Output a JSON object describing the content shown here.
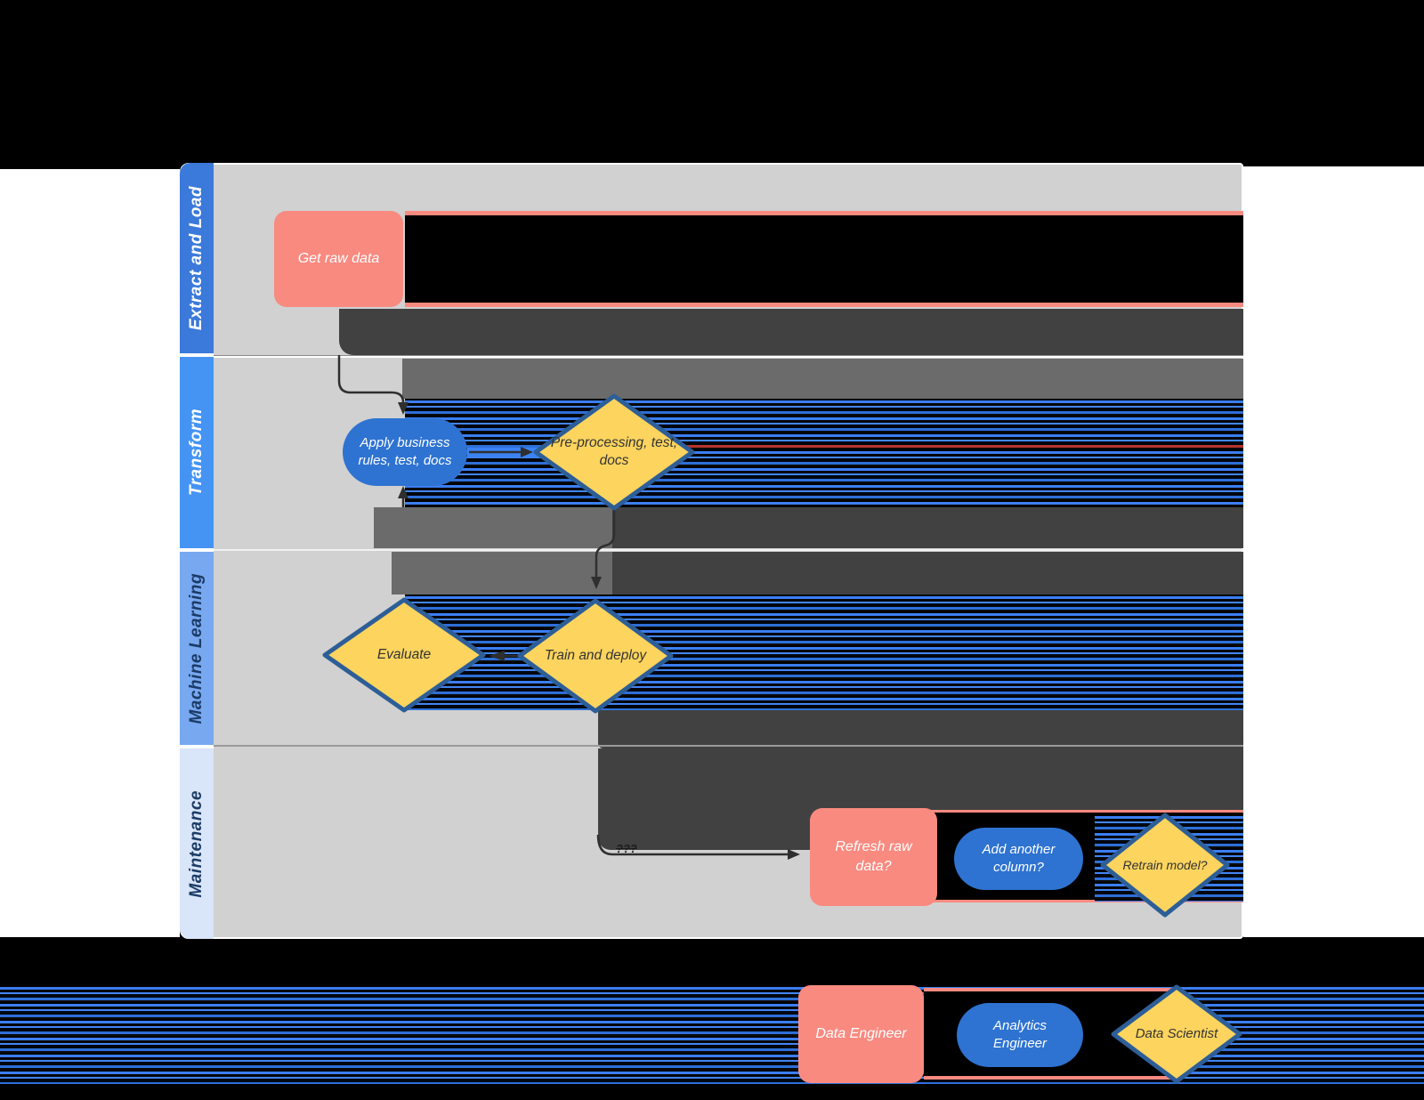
{
  "diagram": {
    "lanes": [
      {
        "label": "Extract and Load"
      },
      {
        "label": "Transform"
      },
      {
        "label": "Machine Learning"
      },
      {
        "label": "Maintenance"
      }
    ],
    "nodes": {
      "get_raw_data": {
        "label": "Get raw data",
        "type": "process"
      },
      "apply_business_rules": {
        "label": "Apply business rules, test, docs",
        "type": "action"
      },
      "pre_processing": {
        "label": "Pre-processing, test, docs",
        "type": "decision"
      },
      "evaluate": {
        "label": "Evaluate",
        "type": "decision"
      },
      "train_and_deploy": {
        "label": "Train and deploy",
        "type": "decision"
      },
      "refresh_raw_data": {
        "label": "Refresh raw data?",
        "type": "process"
      },
      "add_another_column": {
        "label": "Add another column?",
        "type": "action"
      },
      "retrain_model": {
        "label": "Retrain model?",
        "type": "decision"
      }
    },
    "edge_label": "???",
    "legend": [
      {
        "label": "Data Engineer",
        "shape": "rectangle"
      },
      {
        "label": "Analytics Engineer",
        "shape": "stadium"
      },
      {
        "label": "Data Scientist",
        "shape": "diamond"
      }
    ],
    "colors": {
      "lane_header_blue": "#3b79da",
      "lane_header_blue_light": "#4594f4",
      "lane_header_blue_pale": "#78a8f0",
      "lane_header_blue_faint": "#d9e5f8",
      "canvas_gray": "#d1d1d1",
      "process_salmon": "#f98a80",
      "action_blue": "#2e73d1",
      "decision_yellow": "#fcd45e",
      "decision_border": "#2d5e97",
      "glitch_dark": "#414141",
      "glitch_medium": "#6b6b6b",
      "glitch_stripe_blue": "#3b7ef2",
      "connector": "#2f2f2f"
    }
  }
}
